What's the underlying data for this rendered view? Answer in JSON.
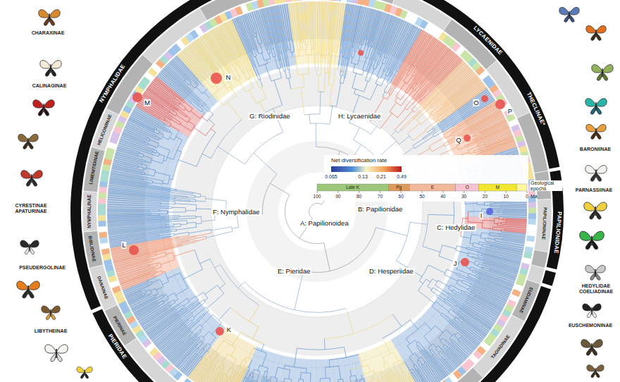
{
  "diagram": {
    "labels": [
      "CHARAXINAE",
      "CALINAGINAE",
      "CYRESTINAE APATURINAE",
      "PSEUDERGOLINAE",
      "LIBYTHEINAE",
      "BARONIINAE",
      "PARNASSIINAE",
      "HEDYLIDAE COELIADINAE",
      "EUSCHEMONINAE",
      "NYMPHALIDAE",
      "PIERIDAE",
      "LYCAENIDAE",
      "PAPILIONIDAE",
      "HELICONIINAE",
      "LIMENITIDINAE",
      "NYMPHALINAE",
      "BIBLIDINAE",
      "DANAINAE",
      "PIERINAE",
      "THECLINAE*",
      "PAPILIONINAE",
      "EUDAMINAE",
      "TAGIADINAE",
      "A: Papilionoidea",
      "B: Papilionidae",
      "C: Hedylidae",
      "D: Hesperiidae",
      "E: Pieridae",
      "F: Nymphalidae",
      "G: Riodinidae",
      "H: Lycaenidae",
      "I",
      "J",
      "K",
      "L",
      "M",
      "N",
      "O",
      "P",
      "Q",
      "Net diversification rate",
      "0.065",
      "0.13",
      "0.21",
      "0.49",
      "Late K",
      "Pg",
      "E",
      "O",
      "M",
      "Geological epochs",
      "Ma",
      "100",
      "90",
      "80",
      "70",
      "60",
      "50",
      "40",
      "30",
      "20",
      "10",
      "0"
    ]
  }
}
